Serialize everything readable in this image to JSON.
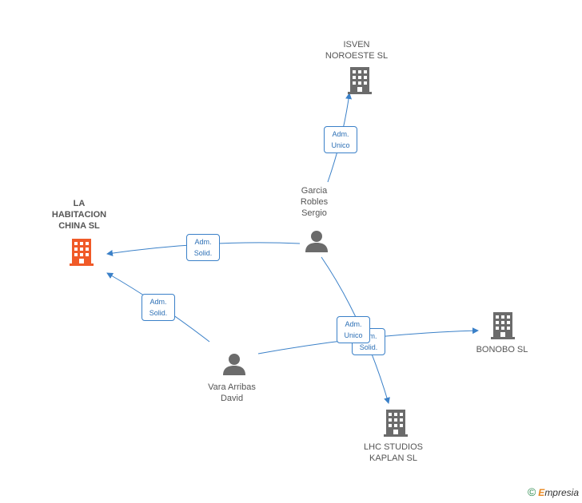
{
  "companies": {
    "la_habitacion": "LA\nHABITACION\nCHINA SL",
    "isven": "ISVEN\nNOROESTE SL",
    "bonobo": "BONOBO SL",
    "lhc": "LHC STUDIOS\nKAPLAN SL"
  },
  "persons": {
    "garcia": "Garcia\nRobles\nSergio",
    "vara": "Vara Arribas\nDavid"
  },
  "roles": {
    "garcia_isven": "Adm.\nUnico",
    "garcia_la_habitacion": "Adm.\nSolid.",
    "vara_la_habitacion": "Adm.\nSolid.",
    "bonobo_solid": "Adm.\nSolid.",
    "lhc_unico": "Adm.\nUnico"
  },
  "colors": {
    "edge": "#3a80c8",
    "company": "#6b6b6b",
    "main_company": "#f05a28",
    "person": "#6b6b6b"
  },
  "brand": {
    "copyright": "©",
    "e": "E",
    "rest": "mpresia"
  }
}
